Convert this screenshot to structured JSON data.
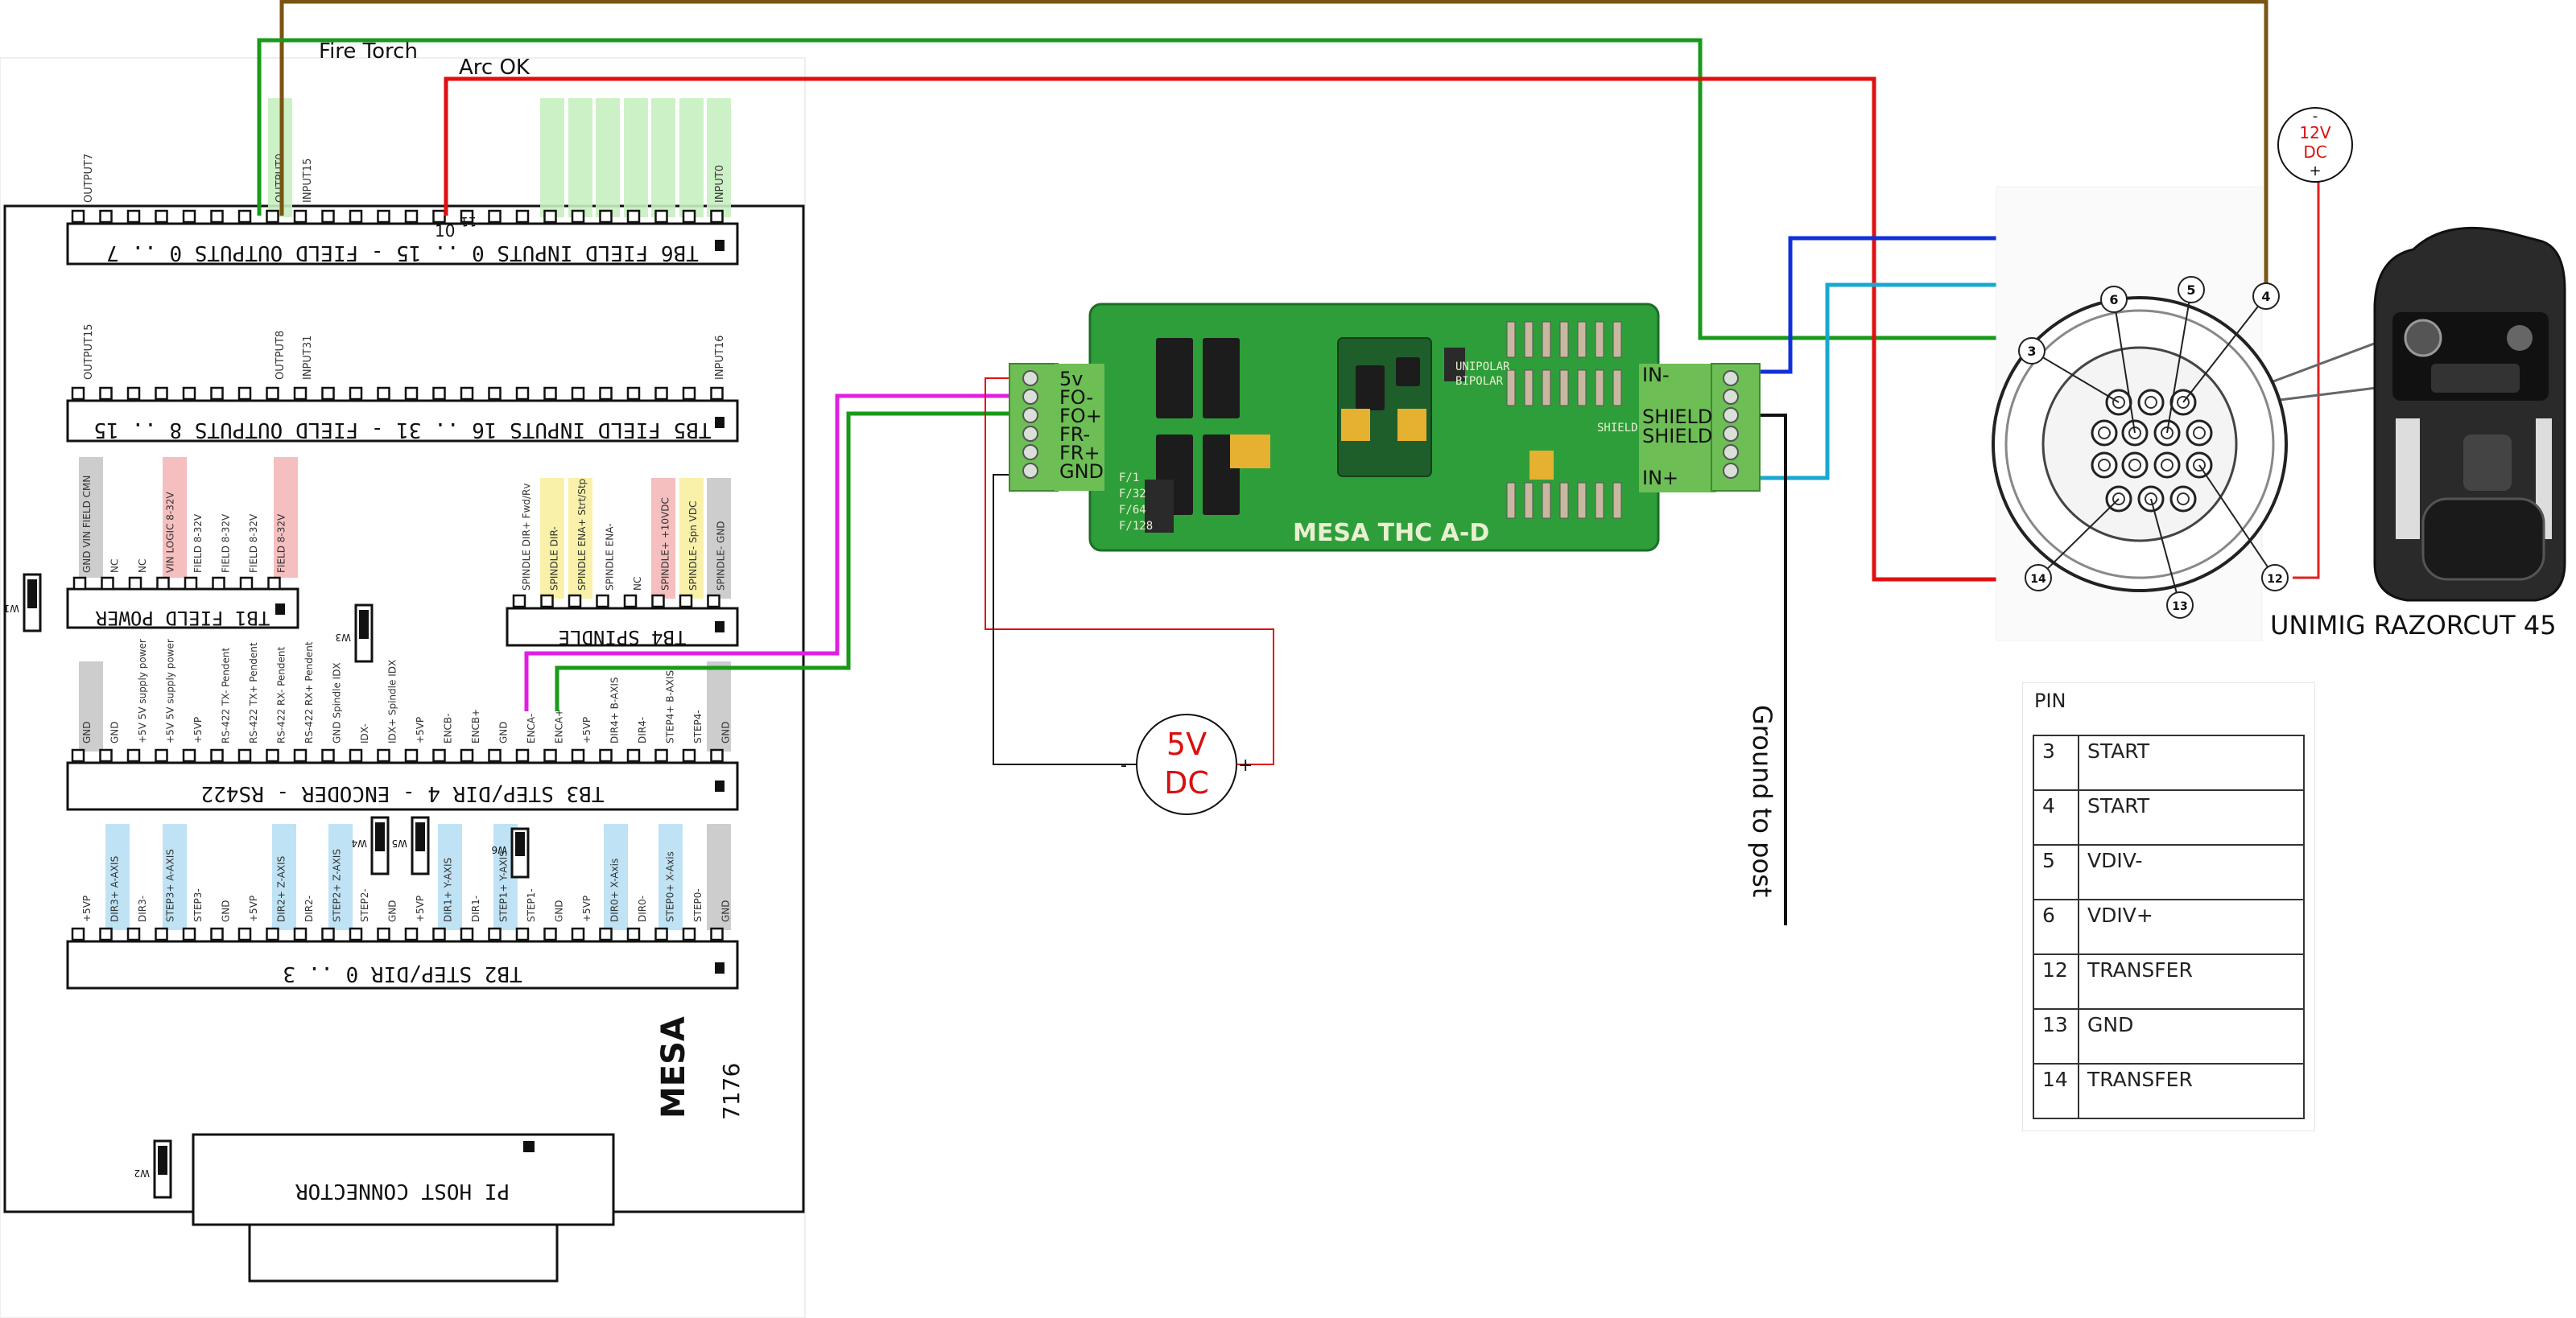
{
  "labels": {
    "fire_torch": "Fire Torch",
    "arc_ok": "Arc OK",
    "ten": "10",
    "eleven": "11",
    "ground_to_post": "Ground to post",
    "welder": "UNIMIG RAZORCUT 45",
    "psu5_v": "5V",
    "psu5_dc": "DC",
    "psu12_v": "12V",
    "psu12_dc": "DC",
    "psu12_minus": "-",
    "psu12_plus": "+",
    "minus": "-",
    "plus": "+"
  },
  "mesa7176": {
    "logo": "MESA",
    "model": "7176",
    "tb6_title": "TB6 FIELD INPUTS 0 .. 15 - FIELD OUTPUTS 0 .. 7",
    "tb5_title": "TB5 FIELD INPUTS 16 .. 31 - FIELD OUTPUTS 8 .. 15",
    "tb1_title": "TB1 FIELD POWER",
    "tb4_title": "TB4 SPINDLE",
    "tb3_title": "TB3 STEP/DIR 4 - ENCODER - RS422",
    "tb2_title": "TB2 STEP/DIR 0 .. 3",
    "pi_host": "PI HOST CONNECTOR",
    "tb6_top": [
      "OUTPUT7",
      "OUTPUT0",
      "INPUT15",
      "INPUT0"
    ],
    "tb5_top": [
      "OUTPUT15",
      "OUTPUT8",
      "INPUT31",
      "INPUT16"
    ],
    "tb1_pins": [
      "GND VIN FIELD CMN",
      "NC",
      "NC",
      "VIN LOGIC 8-32V",
      "FIELD 8-32V",
      "FIELD 8-32V",
      "FIELD 8-32V",
      "FIELD 8-32V"
    ],
    "tb4_pins": [
      "SPINDLE DIR+ Fwd/Rv",
      "SPINDLE DIR-",
      "SPINDLE ENA+ Strt/Stp",
      "SPINDLE ENA-",
      "NC",
      "SPINDLE+ +10VDC",
      "SPINDLE- Spn VDC",
      "SPINDLE- GND"
    ],
    "tb3_pins": [
      "GND",
      "GND",
      "+5V 5V supply power",
      "+5V 5V supply power",
      "+5VP",
      "RS-422 TX- Pendent",
      "RS-422 TX+ Pendent",
      "RS-422 RX- Pendent",
      "RS-422 RX+ Pendent",
      "GND Spindle IDX",
      "IDX-",
      "IDX+ Spindle IDX",
      "+5VP",
      "ENCB-",
      "ENCB+",
      "GND",
      "ENCA-",
      "ENCA+",
      "+5VP",
      "DIR4+ B-AXIS",
      "DIR4-",
      "STEP4+ B-AXIS",
      "STEP4-",
      "GND"
    ],
    "tb2_pins": [
      "+5VP",
      "DIR3+ A-AXIS",
      "DIR3-",
      "STEP3+ A-AXIS",
      "STEP3-",
      "GND",
      "+5VP",
      "DIR2+ Z-AXIS",
      "DIR2-",
      "STEP2+ Z-AXIS",
      "STEP2-",
      "GND",
      "+5VP",
      "DIR1+ Y-AXIS",
      "DIR1-",
      "STEP1+ Y-AXIS",
      "STEP1-",
      "GND",
      "+5VP",
      "DIR0+ X-Axis",
      "DIR0-",
      "STEP0+ X-Axis",
      "STEP0-",
      "GND"
    ],
    "jumpers": [
      "W1",
      "W3",
      "W4",
      "W5",
      "W6",
      "W2"
    ]
  },
  "thc": {
    "brand": "MESA THC A-D",
    "left_pins": [
      "5v",
      "FO-",
      "FO+",
      "FR-",
      "FR+",
      "GND"
    ],
    "right_pins": [
      "IN-",
      "SHIELD",
      "SHIELD",
      "IN+"
    ],
    "small_labels": [
      "F/1",
      "F/32",
      "F/64",
      "F/128",
      "UNIPOLAR",
      "BIPOLAR",
      "SHIELD"
    ]
  },
  "connector_pins": [
    "3",
    "4",
    "5",
    "6",
    "12",
    "13",
    "14"
  ],
  "pin_table": {
    "header": "PIN",
    "rows": [
      {
        "pin": "3",
        "name": "START"
      },
      {
        "pin": "4",
        "name": "START"
      },
      {
        "pin": "5",
        "name": "VDIV-"
      },
      {
        "pin": "6",
        "name": "VDIV+"
      },
      {
        "pin": "12",
        "name": "TRANSFER"
      },
      {
        "pin": "13",
        "name": "GND"
      },
      {
        "pin": "14",
        "name": "TRANSFER"
      }
    ]
  },
  "colors": {
    "green_wire": "#1a9a1a",
    "brown_wire": "#7a5412",
    "red_wire": "#e01010",
    "blue_wire": "#1030d8",
    "cyan_wire": "#18a8d0",
    "magenta_wire": "#e020e0",
    "pcb_green": "#2e9e3a",
    "hl_green": "#c8f0c0",
    "hl_red": "#f5b8b8",
    "hl_yellow": "#f8f0a0",
    "hl_blue": "#b8e0f4",
    "hl_gray": "#c8c8c8"
  }
}
